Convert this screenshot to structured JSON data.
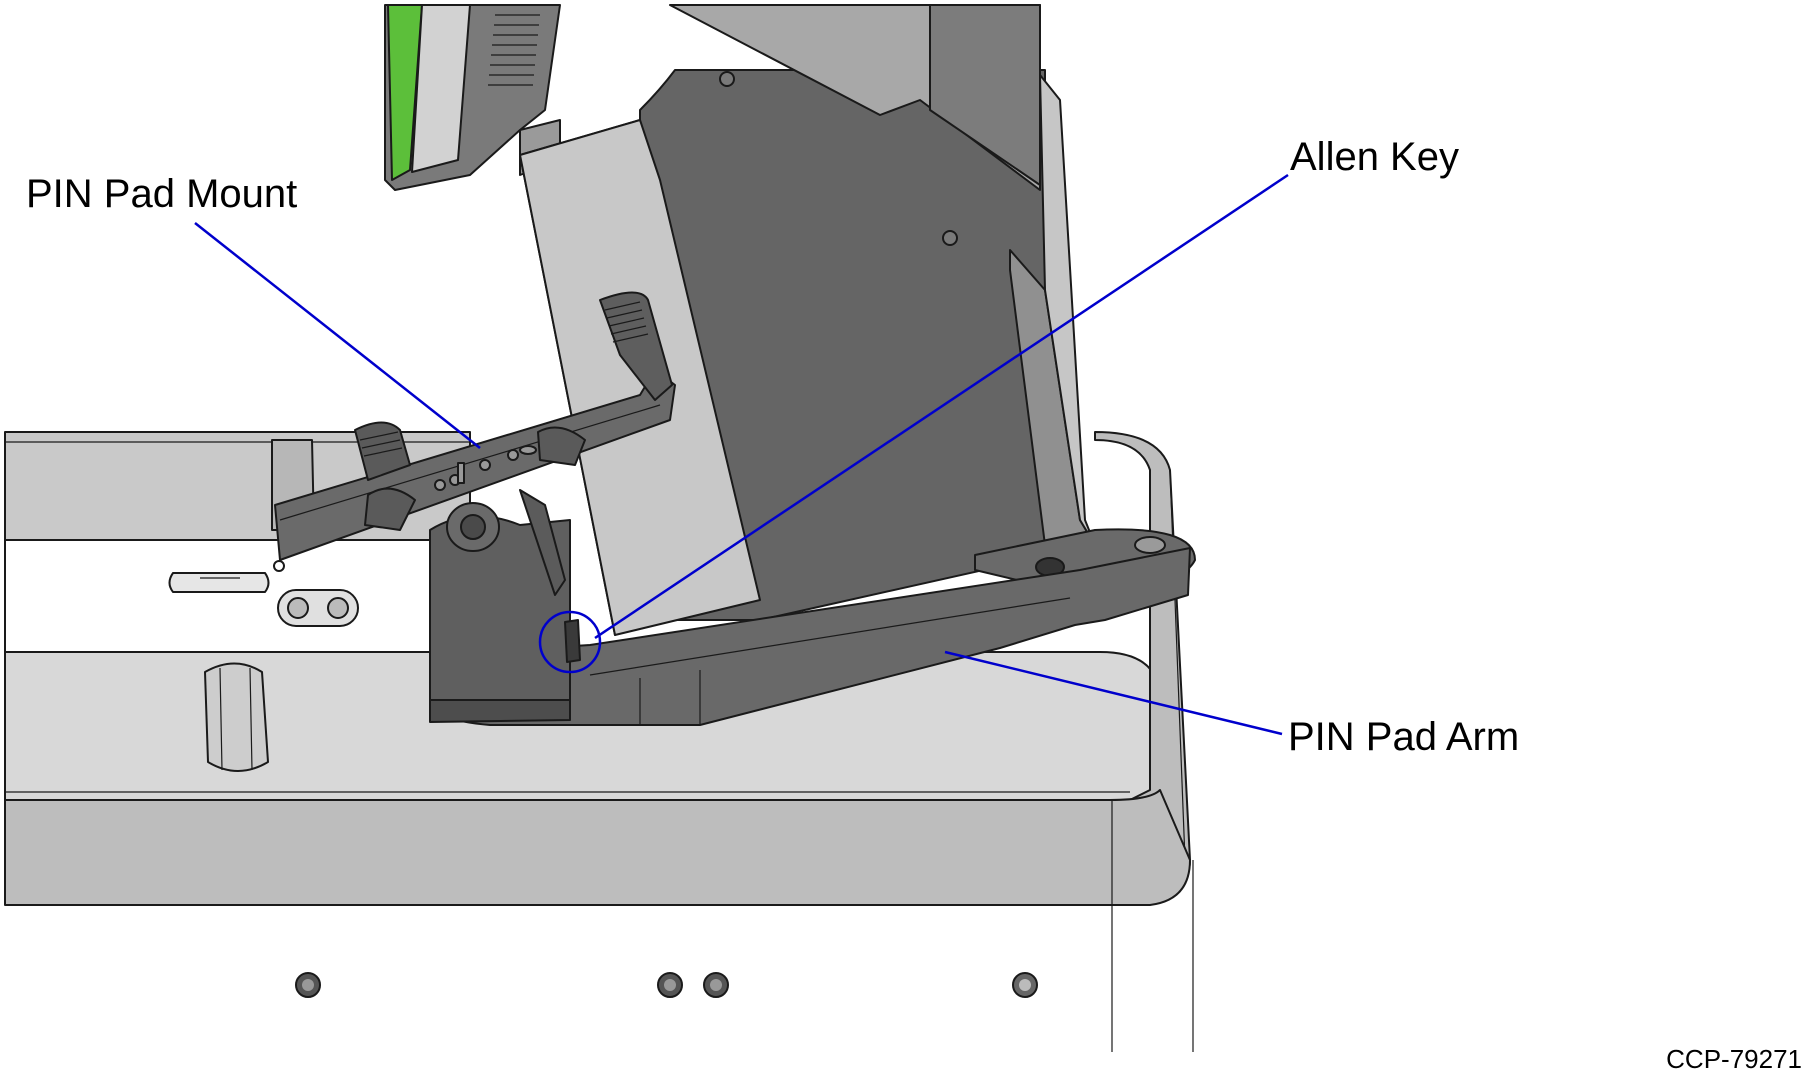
{
  "labels": {
    "pin_pad_mount": "PIN Pad Mount",
    "allen_key": "Allen Key",
    "pin_pad_arm": "PIN Pad Arm"
  },
  "figure_code": "CCP-79271",
  "colors": {
    "leader_line": "#0000cc",
    "dark_metal": "#656565",
    "mid_grey": "#b1b1b1",
    "light_grey": "#d8d8d8",
    "screen_green": "#5cbf3a"
  }
}
